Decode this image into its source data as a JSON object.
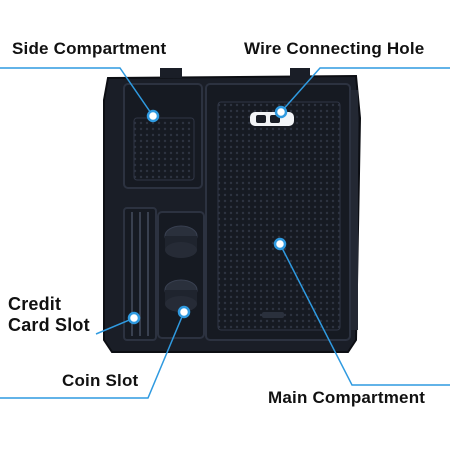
{
  "labels": {
    "side_compartment": "Side Compartment",
    "wire_connecting_hole": "Wire Connecting Hole",
    "credit_card_slot_line1": "Credit",
    "credit_card_slot_line2": "Card Slot",
    "coin_slot": "Coin Slot",
    "main_compartment": "Main Compartment"
  },
  "colors": {
    "accent": "#2f9ae0",
    "tray": "#1a1e27",
    "tray_inner": "#222732",
    "label_text": "#111111"
  },
  "icons": {
    "callout_dot": "circle-marker"
  }
}
